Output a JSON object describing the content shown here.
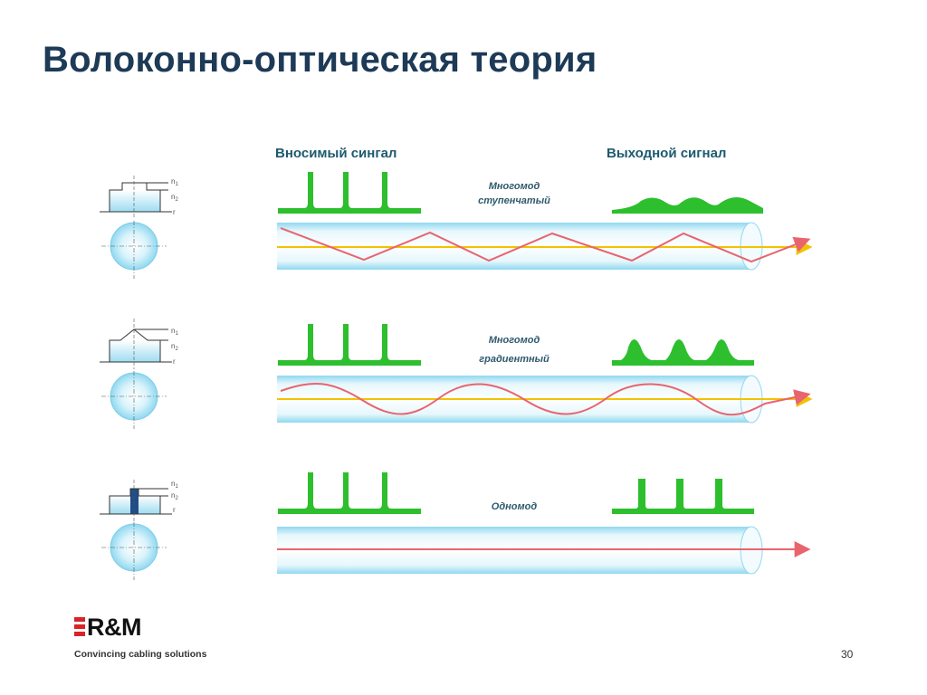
{
  "title": "Волоконно-оптическая теория",
  "headers": {
    "input": "Вносимый сингал",
    "output": "Выходной сигнал"
  },
  "modes": [
    {
      "line1": "Многомод",
      "line2": "ступенчатый"
    },
    {
      "line1": "Многомод",
      "line2": "градиентный"
    },
    {
      "line1": "Одномод",
      "line2": ""
    }
  ],
  "profile_labels": {
    "n1": "n",
    "n1_sub": "1",
    "n2": "n",
    "n2_sub": "2",
    "r": "r"
  },
  "brand": {
    "name": "R&M",
    "tagline": "Convincing cabling solutions"
  },
  "page_number": "30",
  "colors": {
    "title": "#1d3a56",
    "pulse": "#2dbf2d",
    "fiber": "#bfeaf7",
    "ray": "#e8646e",
    "axis": "#f2c200",
    "brand_red": "#d8232a"
  }
}
